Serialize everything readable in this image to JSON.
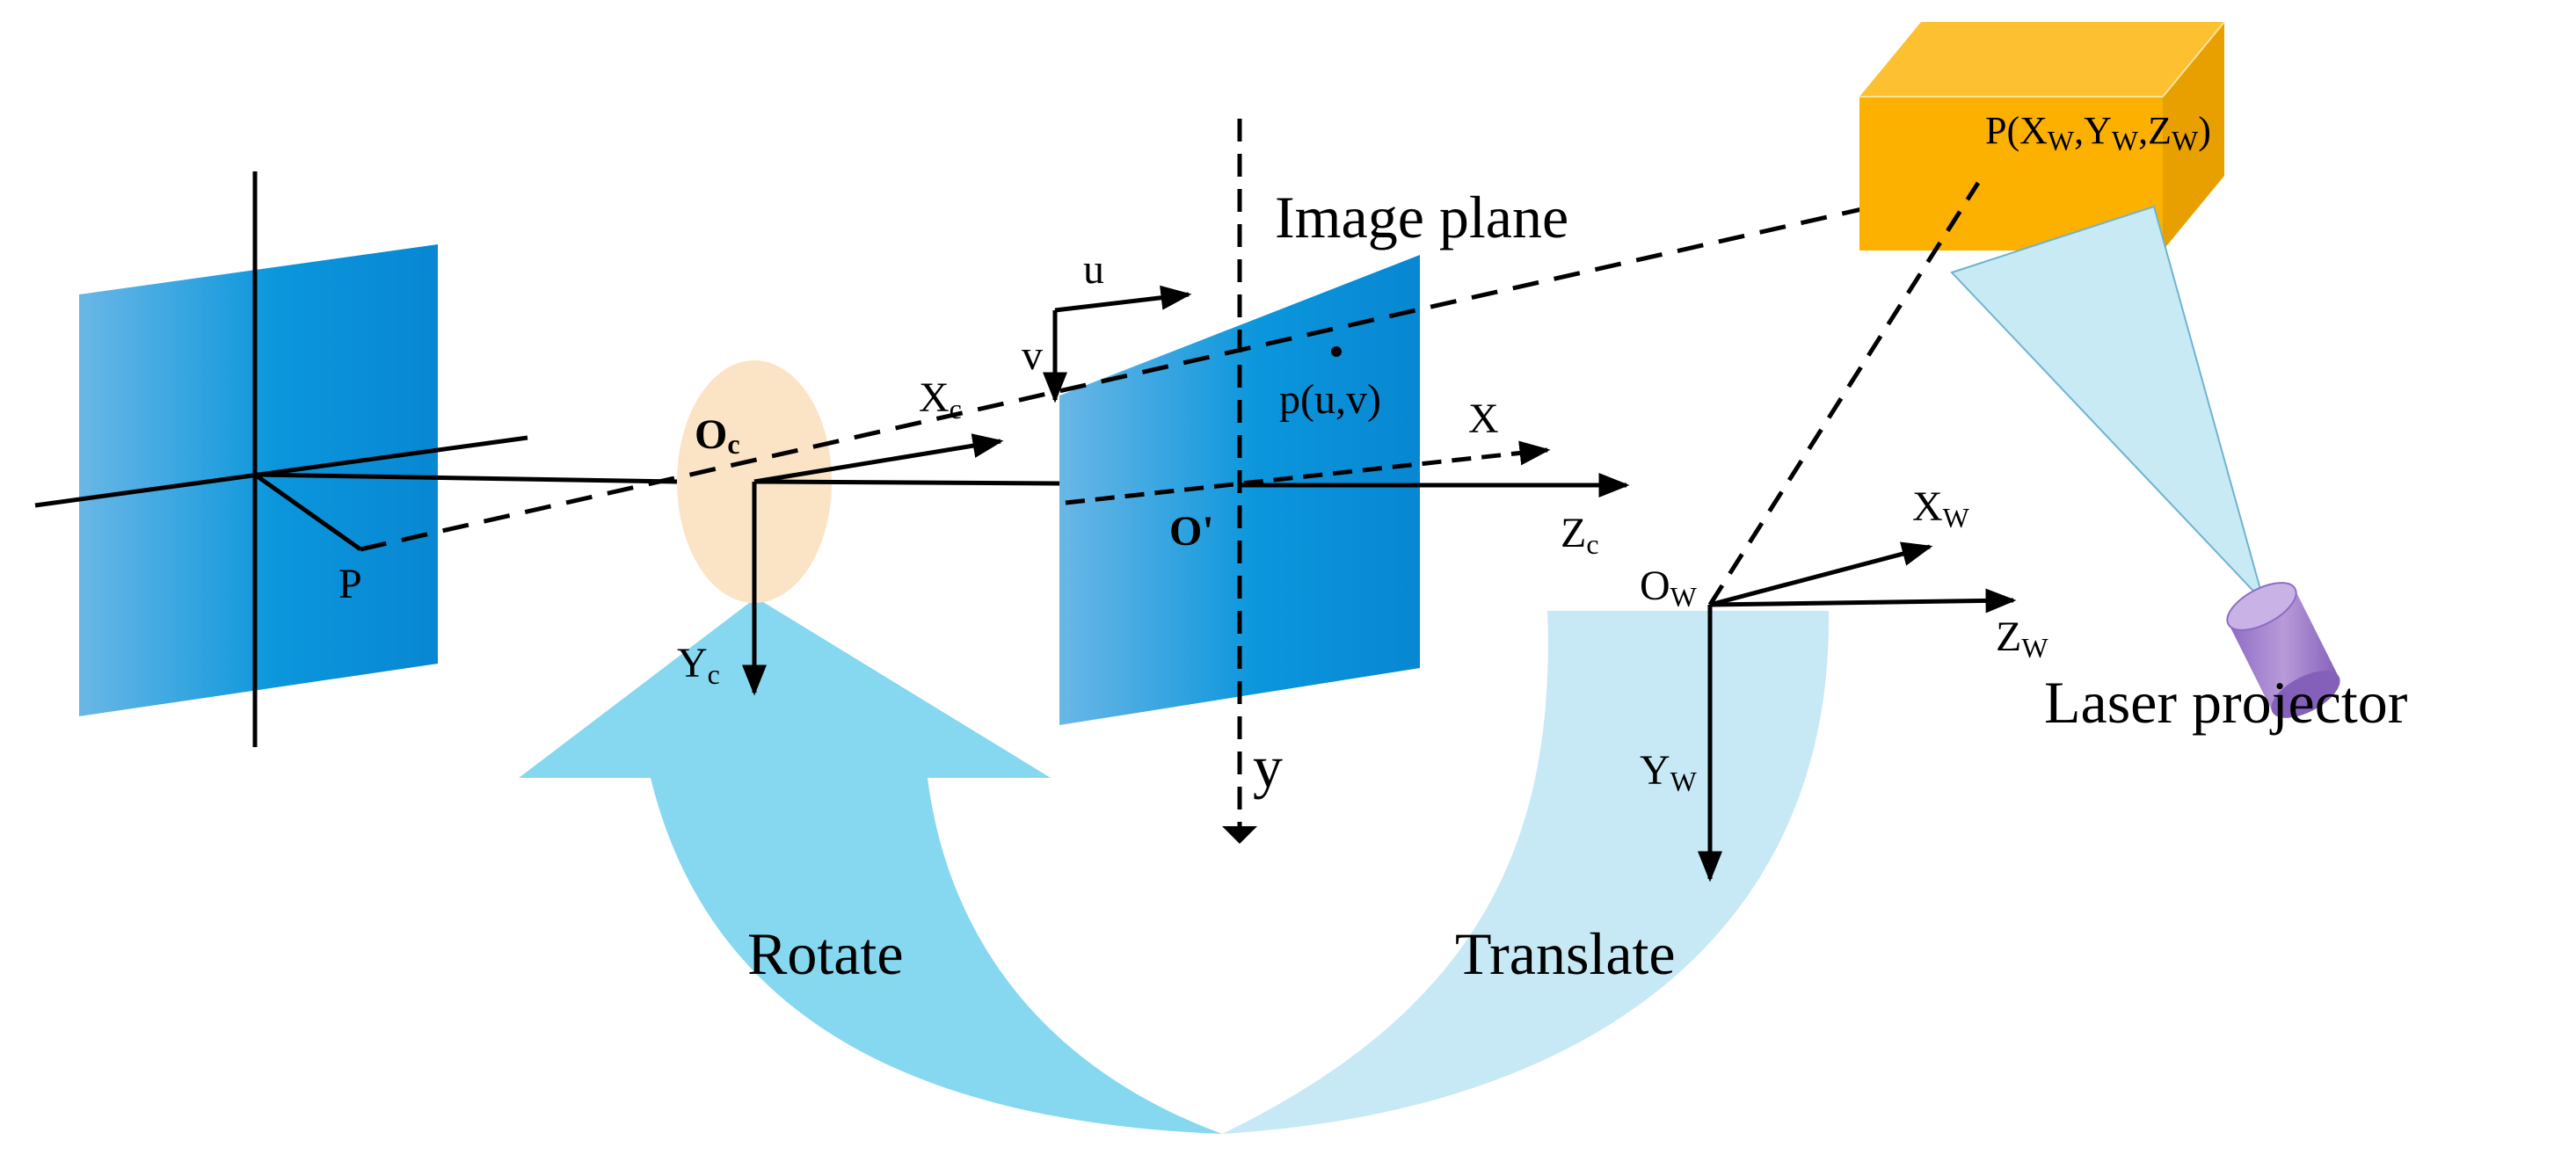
{
  "colors": {
    "plane_blue": "#0a90d8",
    "plane_light": "#6ab7e6",
    "lens": "#fbe3c6",
    "box_orange": "#fcb000",
    "arrow_rotate": "#85d8f0",
    "arrow_translate": "#c7e9f6",
    "beam": "#c8eaf5",
    "projector": "#a78bd0"
  },
  "labels": {
    "image_plane": "Image plane",
    "laser_projector": "Laser projector",
    "rotate": "Rotate",
    "translate": "Translate",
    "world_point": {
      "main": "P(X",
      "s1": "W",
      "c1": ",Y",
      "s2": "W",
      "c2": ",Z",
      "s3": "W",
      "end": ")"
    },
    "image_point": "p(u,v)",
    "x_axis": "X",
    "y_axis": "y",
    "origin_prime": "O'",
    "u_axis": "u",
    "v_axis": "v",
    "point_p": "P",
    "camera_origin": {
      "main": "O",
      "sub": "c"
    },
    "camera_x": {
      "main": "X",
      "sub": "c"
    },
    "camera_y": {
      "main": "Y",
      "sub": "c"
    },
    "camera_z": {
      "main": "Z",
      "sub": "c"
    },
    "world_origin": {
      "main": "O",
      "sub": "W"
    },
    "world_x": {
      "main": "X",
      "sub": "W"
    },
    "world_y": {
      "main": "Y",
      "sub": "W"
    },
    "world_z": {
      "main": "Z",
      "sub": "W"
    }
  }
}
